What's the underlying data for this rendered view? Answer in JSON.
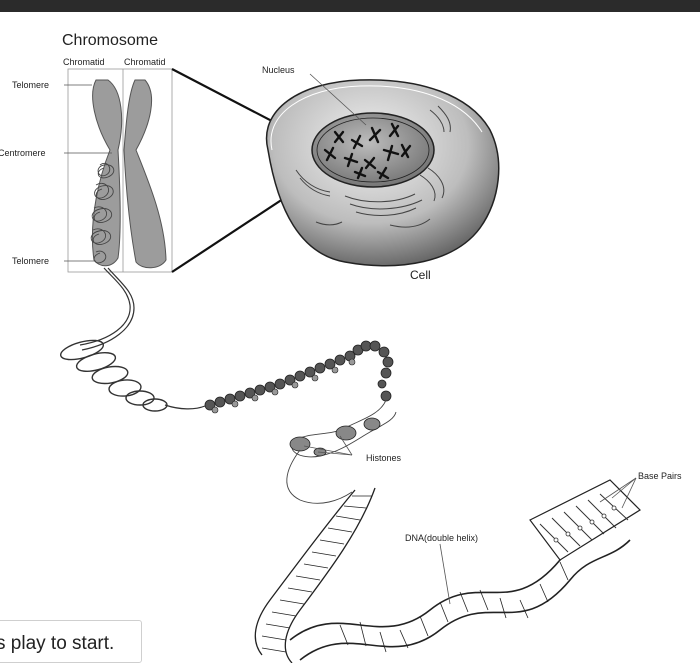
{
  "labels": {
    "chromosome": "Chromosome",
    "chromatid_left": "Chromatid",
    "chromatid_right": "Chromatid",
    "telomere_top": "Telomere",
    "centromere": "Centromere",
    "telomere_bottom": "Telomere",
    "nucleus": "Nucleus",
    "cell": "Cell",
    "histones": "Histones",
    "base_pairs": "Base Pairs",
    "dna": "DNA(double helix)"
  },
  "caption": "s play to start."
}
